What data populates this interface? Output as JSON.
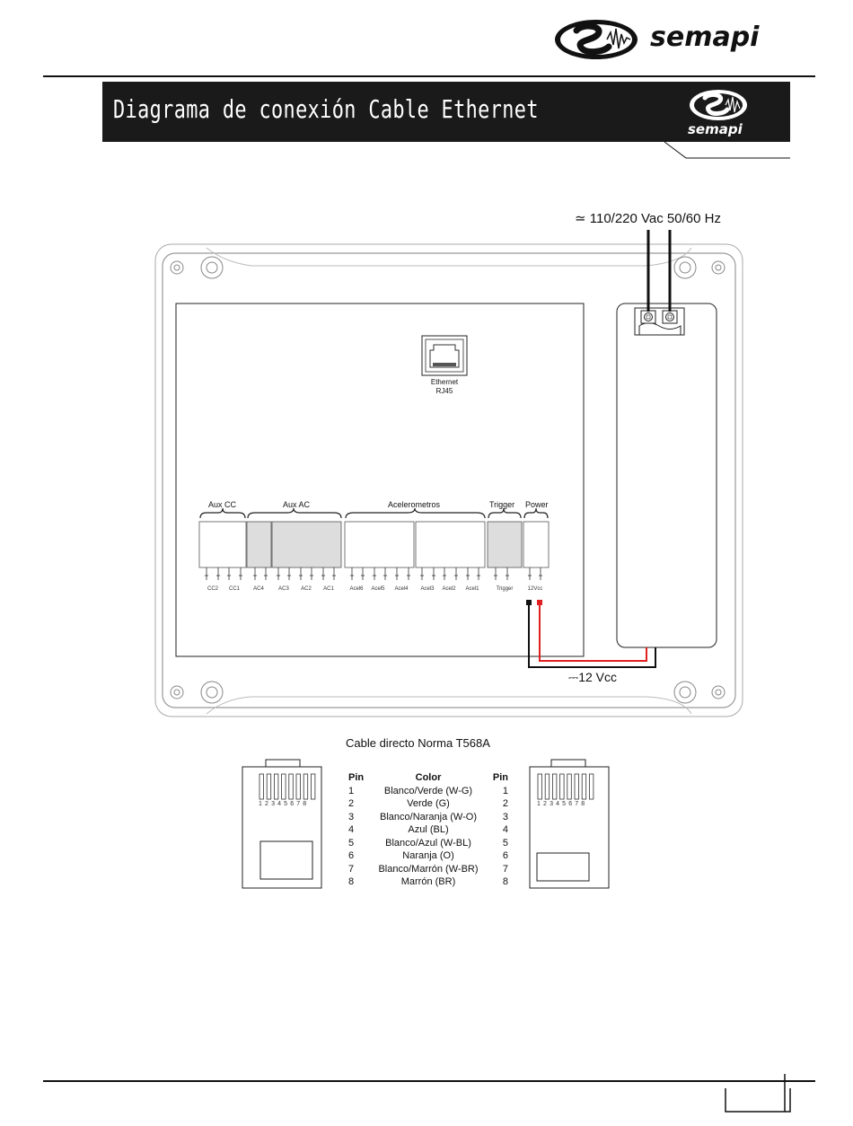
{
  "header": {
    "brand": "semapi"
  },
  "banner": {
    "title": "Diagrama de conexión Cable Ethernet",
    "brand": "semapi"
  },
  "ac_power": {
    "label": "110/220 Vac 50/60 Hz",
    "symbol": "≃"
  },
  "dc_power": {
    "label": "12 Vcc",
    "symbol": "⎓"
  },
  "ethernet_port": {
    "label": "Ethernet",
    "sublabel": "RJ45"
  },
  "terminal_groups": [
    "Aux CC",
    "Aux AC",
    "Acelerometros",
    "Trigger",
    "Power"
  ],
  "terminal_labels": [
    "CC2",
    "CC1",
    "AC4",
    "AC3",
    "AC2",
    "AC1",
    "Acel6",
    "Acel5",
    "Acel4",
    "Acel3",
    "Acel2",
    "Acel1",
    "Trigger",
    "12Vcc"
  ],
  "cable": {
    "title": "Cable directo Norma T568A",
    "headers": [
      "Pin",
      "Color",
      "Pin"
    ],
    "rows": [
      [
        "1",
        "Blanco/Verde (W-G)",
        "1"
      ],
      [
        "2",
        "Verde (G)",
        "2"
      ],
      [
        "3",
        "Blanco/Naranja (W-O)",
        "3"
      ],
      [
        "4",
        "Azul (BL)",
        "4"
      ],
      [
        "5",
        "Blanco/Azul (W-BL)",
        "5"
      ],
      [
        "6",
        "Naranja (O)",
        "6"
      ],
      [
        "7",
        "Blanco/Marrón (W-BR)",
        "7"
      ],
      [
        "8",
        "Marrón (BR)",
        "8"
      ]
    ],
    "connector_pins": "1 2 3 4 5 6 7 8"
  },
  "colors": {
    "positive_wire": "#e02020",
    "negative_wire": "#111111",
    "banner_bg": "#1a1a1a",
    "terminal_fill": "#dddddd"
  }
}
